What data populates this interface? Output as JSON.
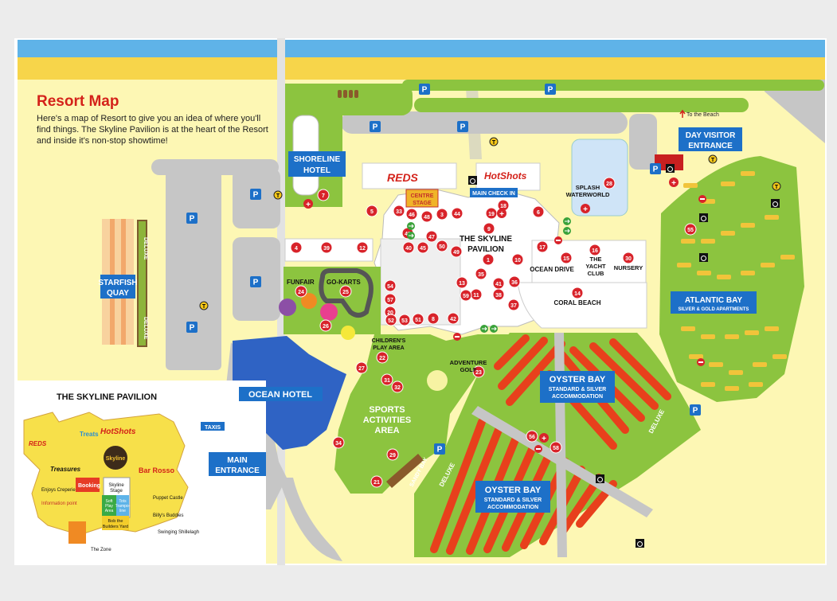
{
  "intro": {
    "title": "Resort Map",
    "body": "Here's a map of Resort to give you an idea of where you'll find things. The Skyline Pavilion is at the heart of the Resort and inside it's non-stop showtime!"
  },
  "zones": {
    "starfish_quay": [
      "STARFISH",
      "QUAY"
    ],
    "deluxe": "DELUXE",
    "shoreline_hotel": [
      "SHORELINE",
      "HOTEL"
    ],
    "ocean_hotel": "OCEAN HOTEL",
    "main_entrance": [
      "MAIN",
      "ENTRANCE"
    ],
    "taxis": "TAXIS",
    "day_visitor": [
      "DAY VISITOR",
      "ENTRANCE"
    ],
    "to_beach": "To the Beach",
    "atlantic_bay": [
      "ATLANTIC BAY",
      "SILVER & GOLD APARTMENTS"
    ],
    "oyster_bay_1": [
      "OYSTER BAY",
      "STANDARD & SILVER",
      "ACCOMMODATION"
    ],
    "oyster_bay_2": [
      "OYSTER BAY",
      "STANDARD & SILVER",
      "ACCOMMODATION"
    ],
    "skyline_pavilion": [
      "THE SKYLINE",
      "PAVILION"
    ],
    "main_check_in": "MAIN CHECK IN",
    "splash_waterworld": [
      "SPLASH",
      "WATERWORLD"
    ],
    "ocean_drive": "OCEAN DRIVE",
    "yacht_club": [
      "THE",
      "YACHT",
      "CLUB"
    ],
    "nursery": "NURSERY",
    "coral_beach": "CORAL BEACH",
    "funfair": "FUNFAIR",
    "go_karts": "GO-KARTS",
    "childrens_play": [
      "CHILDREN'S",
      "PLAY AREA"
    ],
    "adventure_golf": [
      "ADVENTURE",
      "GOLF"
    ],
    "sports_area": [
      "SPORTS",
      "ACTIVITIES",
      "AREA"
    ],
    "sandy_bay": "SANDY BAY",
    "reds": "REDS",
    "hotshots": "HotShots",
    "centre_stage": [
      "CENTRE",
      "STAGE"
    ]
  },
  "legend": {
    "title": "THE SKYLINE PAVILION",
    "labels": {
      "treats": "Treats",
      "hotshots": "HotShots",
      "reds": "REDS",
      "treasures": "Treasures",
      "skyline": "Skyline",
      "bar_rosso": "Bar Rosso",
      "skyline_stage": [
        "Skyline",
        "Stage"
      ],
      "soft_play": [
        "Soft",
        "Play",
        "Area"
      ],
      "tots_trampoline": [
        "Tots",
        "Trampo-",
        "line"
      ],
      "bob_builders": [
        "Bob the",
        "Builders Yard"
      ],
      "enjoys_creperie": "Enjoys Creperie",
      "information_point": "Information point",
      "booking": "Booking",
      "puppet_castle": "Puppet Castle",
      "billys_buddies": "Billy's Buddies",
      "swinging_shillelagh": "Swinging Shillelagh",
      "the_zone": "The Zone"
    }
  },
  "icons": {
    "parking": "P",
    "taxi": "T",
    "first_aid": "+",
    "disabled": "wheelchair-icon",
    "phone": "telephone-icon"
  },
  "markers": [
    {
      "n": "1"
    },
    {
      "n": "2"
    },
    {
      "n": "3"
    },
    {
      "n": "4"
    },
    {
      "n": "5"
    },
    {
      "n": "6"
    },
    {
      "n": "7"
    },
    {
      "n": "8"
    },
    {
      "n": "9"
    },
    {
      "n": "10"
    },
    {
      "n": "11"
    },
    {
      "n": "12"
    },
    {
      "n": "13"
    },
    {
      "n": "14"
    },
    {
      "n": "15"
    },
    {
      "n": "16"
    },
    {
      "n": "17"
    },
    {
      "n": "18"
    },
    {
      "n": "19"
    },
    {
      "n": "20"
    },
    {
      "n": "21"
    },
    {
      "n": "22"
    },
    {
      "n": "23"
    },
    {
      "n": "24"
    },
    {
      "n": "25"
    },
    {
      "n": "26"
    },
    {
      "n": "27"
    },
    {
      "n": "28"
    },
    {
      "n": "29"
    },
    {
      "n": "30"
    },
    {
      "n": "31"
    },
    {
      "n": "32"
    },
    {
      "n": "33"
    },
    {
      "n": "34"
    },
    {
      "n": "35"
    },
    {
      "n": "36"
    },
    {
      "n": "37"
    },
    {
      "n": "38"
    },
    {
      "n": "39"
    },
    {
      "n": "40"
    },
    {
      "n": "41"
    },
    {
      "n": "42"
    },
    {
      "n": "43"
    },
    {
      "n": "44"
    },
    {
      "n": "45"
    },
    {
      "n": "46"
    },
    {
      "n": "47"
    },
    {
      "n": "48"
    },
    {
      "n": "49"
    },
    {
      "n": "50"
    },
    {
      "n": "51"
    },
    {
      "n": "52"
    },
    {
      "n": "53"
    },
    {
      "n": "54"
    },
    {
      "n": "55"
    },
    {
      "n": "56"
    },
    {
      "n": "57"
    },
    {
      "n": "58"
    },
    {
      "n": "59"
    }
  ],
  "colors": {
    "sea": "#5fb3e8",
    "sand": "#f7d54a",
    "land": "#fdf7b4",
    "path": "#c6c6c6",
    "grass": "#8cc43f",
    "water_blue": "#2f63c4",
    "label_blue": "#1d70c8",
    "marker_red": "#d8232a",
    "oyster_red": "#e8401c",
    "atlantic_bar": "#f1c43a"
  }
}
